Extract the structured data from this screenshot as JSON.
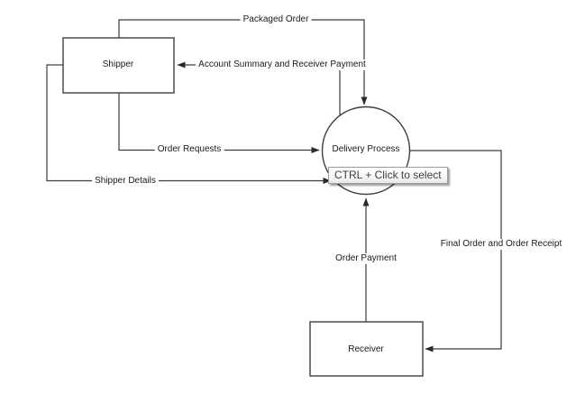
{
  "canvas": {
    "background_color": "#ffffff",
    "line_color": "#3d3d3d",
    "shape_fill": "#ffffff",
    "text_color": "#1a1a1a"
  },
  "diagram": {
    "type": "data-flow-diagram",
    "nodes": [
      {
        "id": "shipper",
        "shape": "rectangle",
        "label": "Shipper"
      },
      {
        "id": "delivery-process",
        "shape": "circle",
        "label": "Delivery Process"
      },
      {
        "id": "receiver",
        "shape": "rectangle",
        "label": "Receiver"
      }
    ],
    "flows": [
      {
        "label": "Packaged Order",
        "from": "shipper",
        "to": "delivery-process"
      },
      {
        "label": "Account Summary and Receiver Payment",
        "from": "delivery-process",
        "to": "shipper"
      },
      {
        "label": "Order Requests",
        "from": "shipper",
        "to": "delivery-process"
      },
      {
        "label": "Shipper Details",
        "from": "shipper",
        "to": "delivery-process"
      },
      {
        "label": "Final Order and Order Receipt",
        "from": "delivery-process",
        "to": "receiver"
      },
      {
        "label": "Order Payment",
        "from": "receiver",
        "to": "delivery-process"
      }
    ]
  },
  "tooltip": {
    "text": "CTRL + Click to select"
  }
}
